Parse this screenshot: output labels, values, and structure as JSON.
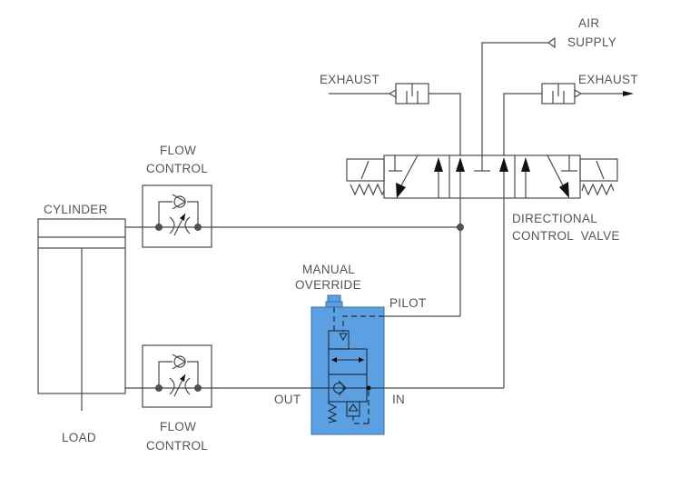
{
  "diagram": {
    "title": "Pneumatic cylinder circuit with pilot-operated check valve",
    "colors": {
      "line": "#4a4a4a",
      "valve_body": "#5aa0e2",
      "text": "#555555"
    },
    "labels": {
      "air_supply_line1": "AIR",
      "air_supply_line2": "SUPPLY",
      "exhaust_left": "EXHAUST",
      "exhaust_right": "EXHAUST",
      "flow_control_top_line1": "FLOW",
      "flow_control_top_line2": "CONTROL",
      "cylinder": "CYLINDER",
      "dcv_line1": "DIRECTIONAL",
      "dcv_line2": "CONTROL  VALVE",
      "manual_override_line1": "MANUAL",
      "manual_override_line2": "OVERRIDE",
      "pilot": "PILOT",
      "out": "OUT",
      "in": "IN",
      "load": "LOAD",
      "flow_control_bottom_line1": "FLOW",
      "flow_control_bottom_line2": "CONTROL"
    },
    "components": [
      {
        "name": "cylinder",
        "type": "double-acting cylinder"
      },
      {
        "name": "flow-control-top",
        "type": "flow control with check valve"
      },
      {
        "name": "flow-control-bottom",
        "type": "flow control with check valve"
      },
      {
        "name": "directional-control-valve",
        "type": "3-position solenoid valve, spring centered"
      },
      {
        "name": "pilot-operated-check-valve",
        "type": "pilot check valve with manual override"
      },
      {
        "name": "exhaust-muffler-left",
        "type": "exhaust silencer"
      },
      {
        "name": "exhaust-muffler-right",
        "type": "exhaust silencer"
      },
      {
        "name": "air-supply",
        "type": "pressure source"
      }
    ]
  }
}
